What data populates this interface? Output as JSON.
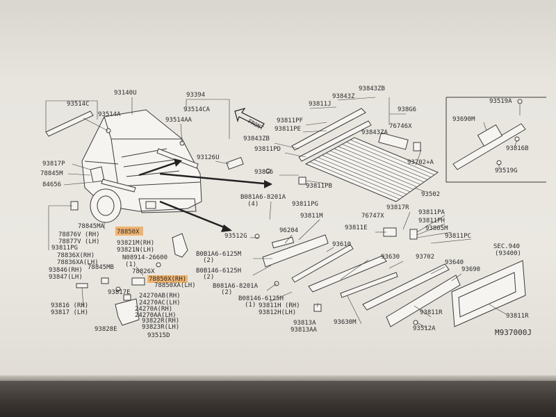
{
  "diagram": {
    "drawing_code": "M937000J",
    "front_marker": "FRONT",
    "section_ref": {
      "title": "SEC.940",
      "sub": "(93400)"
    },
    "highlighted": [
      "78850X",
      "78850X(RH)"
    ],
    "labels": [
      {
        "id": "l1",
        "text": "93140U"
      },
      {
        "id": "l2",
        "text": "93514C"
      },
      {
        "id": "l3",
        "text": "93514A"
      },
      {
        "id": "l4",
        "text": "93394"
      },
      {
        "id": "l5",
        "text": "93514CA"
      },
      {
        "id": "l6",
        "text": "93514AA"
      },
      {
        "id": "l7",
        "text": "93126U"
      },
      {
        "id": "l8",
        "text": "93817P"
      },
      {
        "id": "l9",
        "text": "78845M"
      },
      {
        "id": "l10",
        "text": "84656"
      },
      {
        "id": "l11",
        "text": "78845MA"
      },
      {
        "id": "l12",
        "text": "78876V (RH)"
      },
      {
        "id": "l13",
        "text": "78877V (LH)"
      },
      {
        "id": "l14",
        "text": "93811PG"
      },
      {
        "id": "l15",
        "text": "78836X(RH)"
      },
      {
        "id": "l16",
        "text": "78836XA(LH)"
      },
      {
        "id": "l17",
        "text": "93846(RH)"
      },
      {
        "id": "l18",
        "text": "93847(LH)"
      },
      {
        "id": "l19",
        "text": "78845MB"
      },
      {
        "id": "l20",
        "text": "93816 (RH)"
      },
      {
        "id": "l21",
        "text": "93817 (LH)"
      },
      {
        "id": "l22",
        "text": "78850X"
      },
      {
        "id": "l23",
        "text": "93821M(RH)"
      },
      {
        "id": "l24",
        "text": "93821N(LH)"
      },
      {
        "id": "l25",
        "text": "N08914-26600"
      },
      {
        "id": "l26",
        "text": "(1)"
      },
      {
        "id": "l27",
        "text": "78826X"
      },
      {
        "id": "l28",
        "text": "78850X(RH)"
      },
      {
        "id": "l29",
        "text": "78850XA(LH)"
      },
      {
        "id": "l30",
        "text": "93817E"
      },
      {
        "id": "l31",
        "text": "24270AB(RH)"
      },
      {
        "id": "l32",
        "text": "24270AC(LH)"
      },
      {
        "id": "l33",
        "text": "24270A(RH)"
      },
      {
        "id": "l34",
        "text": "24270AA(LH)"
      },
      {
        "id": "l35",
        "text": "93822R(RH)"
      },
      {
        "id": "l36",
        "text": "93823R(LH)"
      },
      {
        "id": "l37",
        "text": "93828E"
      },
      {
        "id": "l38",
        "text": "93515D"
      },
      {
        "id": "l39",
        "text": "93811J"
      },
      {
        "id": "l40",
        "text": "93843Z"
      },
      {
        "id": "l41",
        "text": "93843ZB"
      },
      {
        "id": "l42",
        "text": "938G6"
      },
      {
        "id": "l43",
        "text": "93811PF"
      },
      {
        "id": "l44",
        "text": "93811PE"
      },
      {
        "id": "l45",
        "text": "93843ZA"
      },
      {
        "id": "l46",
        "text": "76746X"
      },
      {
        "id": "l47",
        "text": "93843ZB"
      },
      {
        "id": "l48",
        "text": "93811PD"
      },
      {
        "id": "l49",
        "text": "93702+A"
      },
      {
        "id": "l50",
        "text": "938G6"
      },
      {
        "id": "l51",
        "text": "93811PB"
      },
      {
        "id": "l52",
        "text": "93502"
      },
      {
        "id": "l53",
        "text": "B081A6-8201A"
      },
      {
        "id": "l54",
        "text": "(4)"
      },
      {
        "id": "l55",
        "text": "93811PG"
      },
      {
        "id": "l56",
        "text": "93811M"
      },
      {
        "id": "l57",
        "text": "93817R"
      },
      {
        "id": "l58",
        "text": "76747X"
      },
      {
        "id": "l59",
        "text": "93811PA"
      },
      {
        "id": "l60",
        "text": "93811PH"
      },
      {
        "id": "l61",
        "text": "93811E"
      },
      {
        "id": "l62",
        "text": "93805M"
      },
      {
        "id": "l63",
        "text": "93811PC"
      },
      {
        "id": "l64",
        "text": "93512G"
      },
      {
        "id": "l65",
        "text": "96204"
      },
      {
        "id": "l66",
        "text": "93610"
      },
      {
        "id": "l67",
        "text": "B0B1A6-6125M"
      },
      {
        "id": "l68",
        "text": "(2)"
      },
      {
        "id": "l69",
        "text": "B0B146-6125H"
      },
      {
        "id": "l70",
        "text": "(2)"
      },
      {
        "id": "l71",
        "text": "B081A6-8201A"
      },
      {
        "id": "l72",
        "text": "(2)"
      },
      {
        "id": "l73",
        "text": "B08146-6125H"
      },
      {
        "id": "l74",
        "text": "(1)"
      },
      {
        "id": "l75",
        "text": "93630"
      },
      {
        "id": "l76",
        "text": "93702"
      },
      {
        "id": "l77",
        "text": "93640"
      },
      {
        "id": "l78",
        "text": "93690"
      },
      {
        "id": "l79",
        "text": "93811H (RH)"
      },
      {
        "id": "l80",
        "text": "93812H(LH)"
      },
      {
        "id": "l81",
        "text": "93813A"
      },
      {
        "id": "l82",
        "text": "93813AA"
      },
      {
        "id": "l83",
        "text": "93630M"
      },
      {
        "id": "l84",
        "text": "93811R"
      },
      {
        "id": "l85",
        "text": "93512A"
      },
      {
        "id": "l86",
        "text": "93811R"
      },
      {
        "id": "l87",
        "text": "93519A"
      },
      {
        "id": "l88",
        "text": "93690M"
      },
      {
        "id": "l89",
        "text": "93816B"
      },
      {
        "id": "l90",
        "text": "93519G"
      }
    ]
  }
}
